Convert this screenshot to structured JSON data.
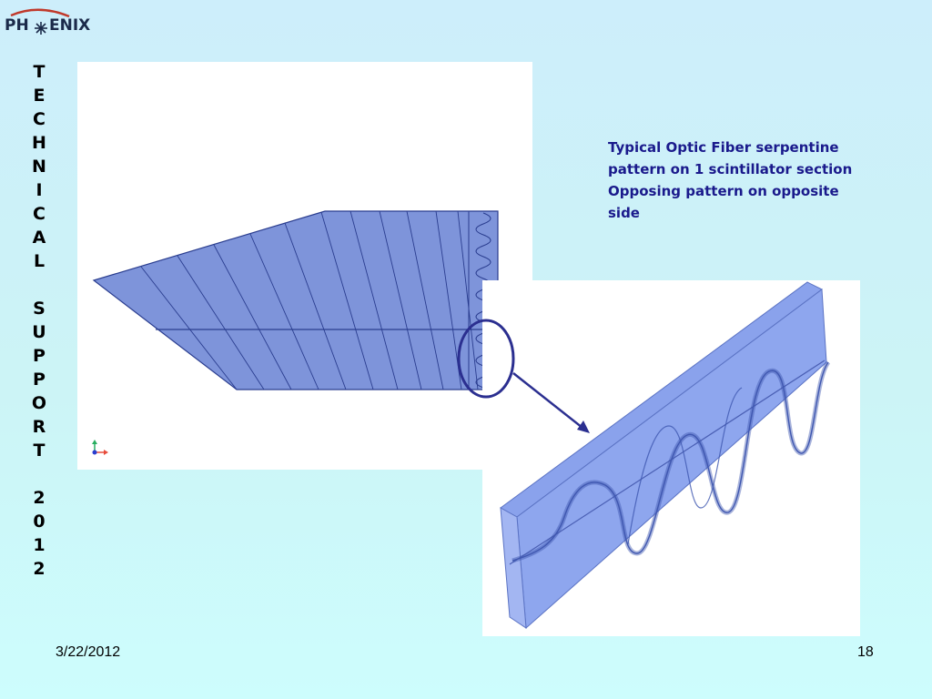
{
  "logo": {
    "text_left": "PH",
    "text_right": "ENIX"
  },
  "sidebar_title": [
    "T",
    "E",
    "C",
    "H",
    "N",
    "I",
    "C",
    "A",
    "L",
    " ",
    "S",
    "U",
    "P",
    "P",
    "O",
    "R",
    "T",
    " ",
    "2",
    "0",
    "1",
    "2"
  ],
  "caption": {
    "line1": "Typical Optic Fiber serpentine",
    "line2": "pattern on 1 scintillator section",
    "line3": "Opposing pattern on opposite",
    "line4": "side"
  },
  "footer": {
    "date": "3/22/2012",
    "page": "18"
  },
  "colors": {
    "panel_fill": "#7e94da",
    "panel_stroke": "#2a3d8f",
    "highlight": "#2b2f90",
    "caption": "#1a1a8c"
  }
}
